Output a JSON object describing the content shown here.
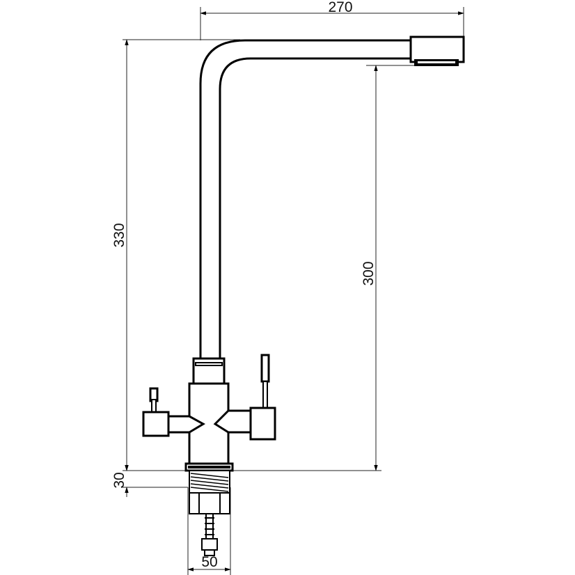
{
  "dimensions": {
    "total_reach": "270",
    "total_height": "330",
    "spout_clearance": "300",
    "base_height": "30",
    "shank_width": "50"
  }
}
